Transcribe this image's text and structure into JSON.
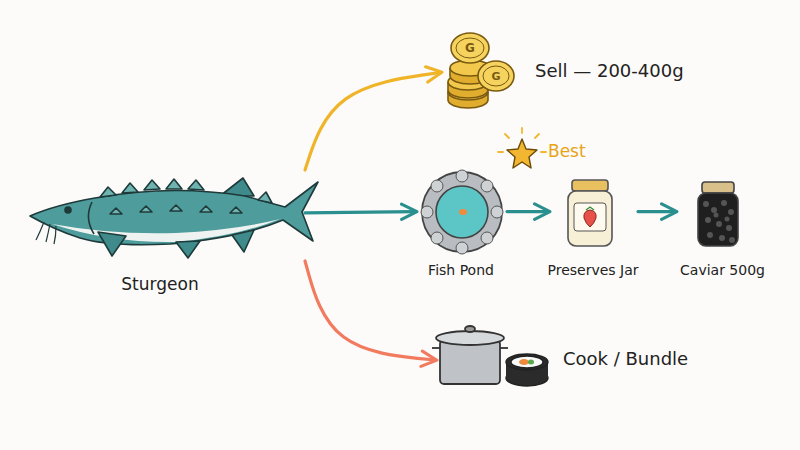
{
  "diagram": {
    "nodes": [
      {
        "text": [
          "Sturgeon"
        ]
      },
      {
        "text": [
          "Sell — 200-400g"
        ]
      },
      {
        "text": [
          "Fish Pond"
        ]
      },
      {
        "text": [
          "Preserves Jar"
        ]
      },
      {
        "text": [
          "Caviar 500g"
        ]
      },
      {
        "text": [
          "Cook / Bundle"
        ]
      }
    ],
    "edges": [
      {
        "from": 0,
        "to": 1,
        "arrow": "to"
      },
      {
        "from": 0,
        "to": 2,
        "arrow": "to"
      },
      {
        "from": 2,
        "to": 3,
        "arrow": "to"
      },
      {
        "from": 3,
        "to": 4,
        "arrow": "to"
      },
      {
        "from": 0,
        "to": 5,
        "arrow": "to"
      }
    ],
    "labels": [
      "Best",
      "G",
      "G"
    ]
  }
}
